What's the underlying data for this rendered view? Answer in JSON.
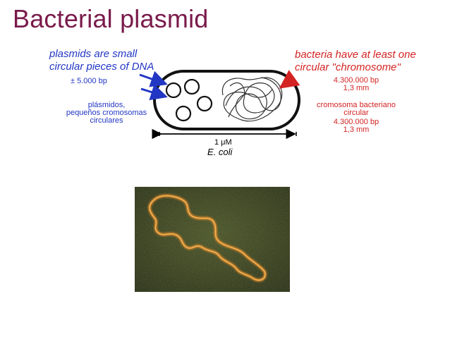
{
  "title": "Bacterial plasmid",
  "left": {
    "en_line1": "plasmids are small",
    "en_line2": "circular pieces of DNA",
    "size": "± 5.000 bp",
    "es_line1": "plásmidos,",
    "es_line2": "pequeños cromosomas",
    "es_line3": "circulares"
  },
  "right": {
    "en_line1": "bacteria have at least one",
    "en_line2": "circular \"chromosome\"",
    "bp1": "4.300.000 bp",
    "mm1": "1,3 mm",
    "es_line1": "cromosoma bacteriano",
    "es_line2": "circular",
    "bp2": "4.300.000 bp",
    "mm2": "1,3 mm"
  },
  "scale_label": "1 μM",
  "organism": "E. coli",
  "colors": {
    "title": "#7a1a4b",
    "blue": "#2236c4",
    "red": "#d42323",
    "dna_strand": "#e08a2a",
    "photo_bg": "#3a4320"
  }
}
